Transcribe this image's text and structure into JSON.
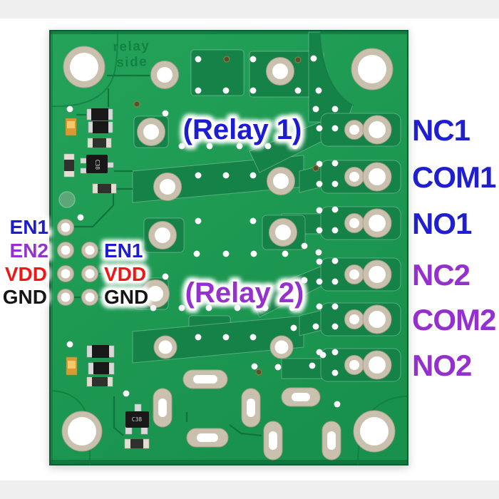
{
  "board": {
    "silkscreen": {
      "line1": "relay",
      "line2": "side"
    },
    "component_marking": "C38"
  },
  "annotations": {
    "relay1_label": {
      "text": "(Relay 1)",
      "color": "#1f1fd0"
    },
    "relay2_label": {
      "text": "(Relay 2)",
      "color": "#9530cf"
    },
    "left_outer_pins": [
      {
        "text": "EN1",
        "color": "#1f1fd0"
      },
      {
        "text": "EN2",
        "color": "#9530cf"
      },
      {
        "text": "VDD",
        "color": "#ef1616"
      },
      {
        "text": "GND",
        "color": "#141414"
      }
    ],
    "left_inner_pins": [
      {
        "text": "EN1",
        "color": "#1f1fd0"
      },
      {
        "text": "VDD",
        "color": "#ef1616"
      },
      {
        "text": "GND",
        "color": "#141414"
      }
    ],
    "right_pins": [
      {
        "text": "NC1",
        "color": "#1f1fd0"
      },
      {
        "text": "COM1",
        "color": "#1f1fd0"
      },
      {
        "text": "NO1",
        "color": "#1f1fd0"
      },
      {
        "text": "NC2",
        "color": "#9530cf"
      },
      {
        "text": "COM2",
        "color": "#9530cf"
      },
      {
        "text": "NO2",
        "color": "#9530cf"
      }
    ]
  },
  "colors": {
    "board_green": "#1e9b53",
    "copper_pour_green": "#158347",
    "pad_ring_tan": "#c9c0ae",
    "label_blue": "#1f1fd0",
    "label_purple": "#9530cf",
    "label_red": "#ef1616",
    "label_black": "#141414",
    "background_band_gray": "#efefef"
  }
}
